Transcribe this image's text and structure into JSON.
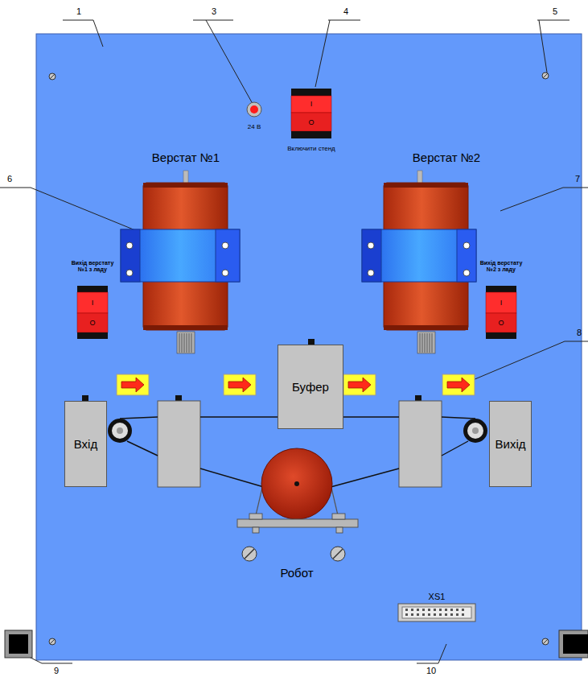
{
  "diagram": {
    "nodes": [
      {
        "text": [
          "Вхід"
        ]
      },
      {
        "text": [
          "Буфер"
        ]
      },
      {
        "text": [
          "Вихід"
        ]
      }
    ],
    "labels": [
      "1",
      "3",
      "4",
      "5",
      "6",
      "7",
      "8",
      "9",
      "10",
      "24 В",
      "I",
      "O",
      "Включити стенд",
      "Верстат №1",
      "Верстат №2",
      "Вихід верстату №1 з ладу",
      "I",
      "O",
      "Вихід верстату №2 з ладу",
      "I",
      "O",
      "Робот",
      "XS1"
    ]
  }
}
